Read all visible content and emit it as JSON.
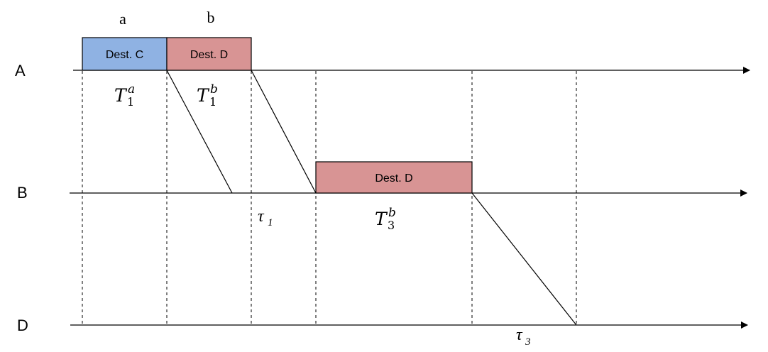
{
  "lanes": [
    {
      "id": "A",
      "label": "A"
    },
    {
      "id": "B",
      "label": "B"
    },
    {
      "id": "D",
      "label": "D"
    }
  ],
  "columns": [
    {
      "id": "a",
      "label": "a"
    },
    {
      "id": "b",
      "label": "b"
    }
  ],
  "boxes": [
    {
      "id": "box-a-dest-c",
      "lane": "A",
      "label": "Dest. C",
      "fill": "#8fb2e3"
    },
    {
      "id": "box-a-dest-d",
      "lane": "A",
      "label": "Dest. D",
      "fill": "#d89494"
    },
    {
      "id": "box-b-dest-d",
      "lane": "B",
      "label": "Dest. D",
      "fill": "#d89494"
    }
  ],
  "time_labels": [
    {
      "id": "t1a",
      "main": "T",
      "sub": "1",
      "sup": "a"
    },
    {
      "id": "t1b",
      "main": "T",
      "sub": "1",
      "sup": "b"
    },
    {
      "id": "t3b",
      "main": "T",
      "sub": "3",
      "sup": "b"
    }
  ],
  "delay_labels": [
    {
      "id": "tau1",
      "main": "τ",
      "sub": "1"
    },
    {
      "id": "tau3",
      "main": "τ",
      "sub": "3"
    }
  ],
  "colors": {
    "line": "#000000",
    "dest_c": "#8fb2e3",
    "dest_d": "#d89494"
  }
}
